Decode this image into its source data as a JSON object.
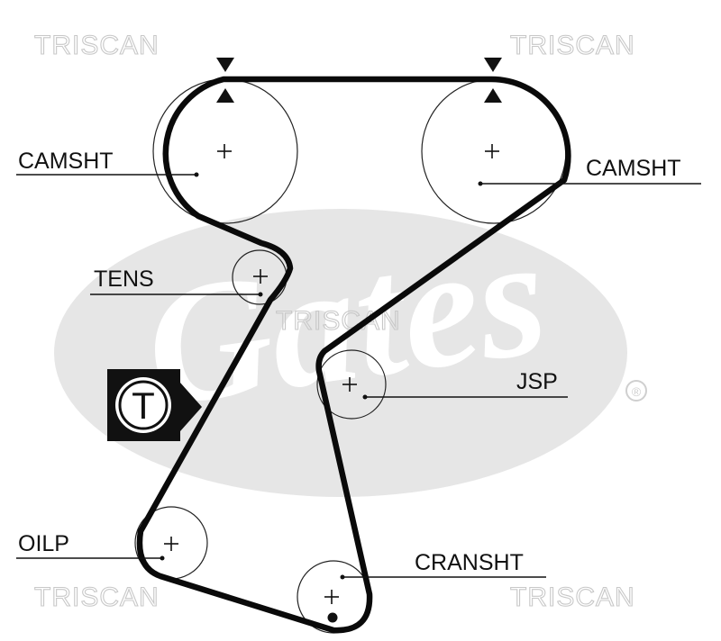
{
  "watermark": {
    "brand": "TRISCAN",
    "logo_text": "Gates",
    "registered_mark": "®"
  },
  "labels": {
    "camshaft_left": "CAMSHT",
    "camshaft_right": "CAMSHT",
    "tensioner": "TENS",
    "jackshaft": "JSP",
    "oil_pump": "OILP",
    "crankshaft": "CRANSHT"
  },
  "tensioner_badge": {
    "letter": "T"
  },
  "colors": {
    "belt": "#0a0a0a",
    "watermark": "#e6e6e6",
    "text": "#111111"
  }
}
